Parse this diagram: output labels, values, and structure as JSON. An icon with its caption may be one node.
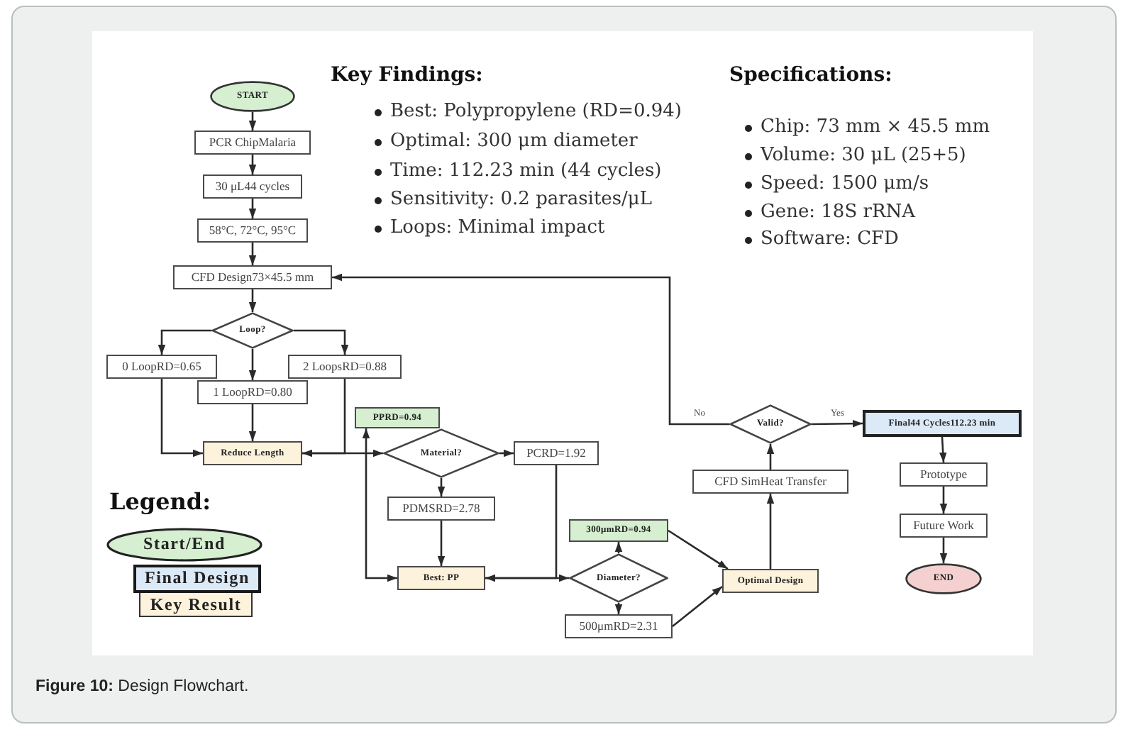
{
  "diagram": {
    "caption": "**Figure 10:** Design Flowchart.",
    "nodes": [
      {
        "text": [
          "START"
        ]
      },
      {
        "text": [
          "PCR ChipMalaria"
        ]
      },
      {
        "text": [
          "30 μL44 cycles"
        ]
      },
      {
        "text": [
          "58°C, 72°C, 95°C"
        ]
      },
      {
        "text": [
          "CFD Design73×45.5 mm"
        ]
      },
      {
        "text": [
          "Loop?"
        ]
      },
      {
        "text": [
          "0 LoopRD=0.65"
        ]
      },
      {
        "text": [
          "2 LoopsRD=0.88"
        ]
      },
      {
        "text": [
          "1 LoopRD=0.80"
        ]
      },
      {
        "text": [
          "PPRD=0.94"
        ]
      },
      {
        "text": [
          "Reduce Length"
        ]
      },
      {
        "text": [
          "Material?"
        ]
      },
      {
        "text": [
          "PCRD=1.92"
        ]
      },
      {
        "text": [
          "PDMSRD=2.78"
        ]
      },
      {
        "text": [
          "Best: PP"
        ]
      },
      {
        "text": [
          "300μmRD=0.94"
        ]
      },
      {
        "text": [
          "Diameter?"
        ]
      },
      {
        "text": [
          "500μmRD=2.31"
        ]
      },
      {
        "text": [
          "Optimal Design"
        ]
      },
      {
        "text": [
          "CFD SimHeat Transfer"
        ]
      },
      {
        "text": [
          "Valid?"
        ]
      },
      {
        "text": [
          "Final44 Cycles112.23 min"
        ]
      },
      {
        "text": [
          "Prototype"
        ]
      },
      {
        "text": [
          "Future Work"
        ]
      },
      {
        "text": [
          "END"
        ]
      }
    ],
    "edges": [
      {
        "from": 0,
        "to": 1,
        "arrow": "to"
      },
      {
        "from": 1,
        "to": 2,
        "arrow": "to"
      },
      {
        "from": 2,
        "to": 3,
        "arrow": "to"
      },
      {
        "from": 3,
        "to": 4,
        "arrow": "to"
      },
      {
        "from": 4,
        "to": 5,
        "arrow": "to"
      },
      {
        "from": 5,
        "to": 6,
        "arrow": "to"
      },
      {
        "from": 5,
        "to": 8,
        "arrow": "to"
      },
      {
        "from": 5,
        "to": 7,
        "arrow": "to"
      },
      {
        "from": 6,
        "to": 10,
        "arrow": "to"
      },
      {
        "from": 8,
        "to": 10,
        "arrow": "to"
      },
      {
        "from": 7,
        "to": 10,
        "arrow": "to"
      },
      {
        "from": 10,
        "to": 11,
        "arrow": "to"
      },
      {
        "from": 11,
        "to": 12,
        "arrow": "to"
      },
      {
        "from": 11,
        "to": 13,
        "arrow": "to"
      },
      {
        "from": 13,
        "to": 14,
        "arrow": "to"
      },
      {
        "from": 9,
        "to": 14,
        "arrow": "both"
      },
      {
        "from": 12,
        "to": 14,
        "arrow": "to"
      },
      {
        "from": 14,
        "to": 16,
        "arrow": "to"
      },
      {
        "from": 16,
        "to": 15,
        "arrow": "to"
      },
      {
        "from": 16,
        "to": 17,
        "arrow": "to"
      },
      {
        "from": 15,
        "to": 18,
        "arrow": "to"
      },
      {
        "from": 17,
        "to": 18,
        "arrow": "to"
      },
      {
        "from": 18,
        "to": 19,
        "arrow": "to"
      },
      {
        "from": 19,
        "to": 20,
        "arrow": "to"
      },
      {
        "from": 20,
        "to": 21,
        "label": "Yes",
        "arrow": "to"
      },
      {
        "from": 20,
        "to": 4,
        "label": "No",
        "arrow": "to"
      },
      {
        "from": 21,
        "to": 22,
        "arrow": "to"
      },
      {
        "from": 22,
        "to": 23,
        "arrow": "to"
      },
      {
        "from": 23,
        "to": 24,
        "arrow": "to"
      }
    ],
    "labels": [
      "Key Findings:",
      "Best: Polypropylene (RD=0.94)",
      "Optimal: 300 μm diameter",
      "Time: 112.23 min (44 cycles)",
      "Sensitivity: 0.2 parasites/μL",
      "Loops: Minimal impact",
      "Specifications:",
      "Chip: 73 mm × 45.5 mm",
      "Volume: 30 μL (25+5)",
      "Speed: 1500 μm/s",
      "Gene: 18S rRNA",
      "Software: CFD",
      "Legend:"
    ],
    "legend": [
      {
        "text": "Start/End",
        "color": "#d5efd0"
      },
      {
        "text": "Final Design",
        "color": "#dce9f7"
      },
      {
        "text": "Key Result",
        "color": "#fdf3dc"
      }
    ]
  }
}
